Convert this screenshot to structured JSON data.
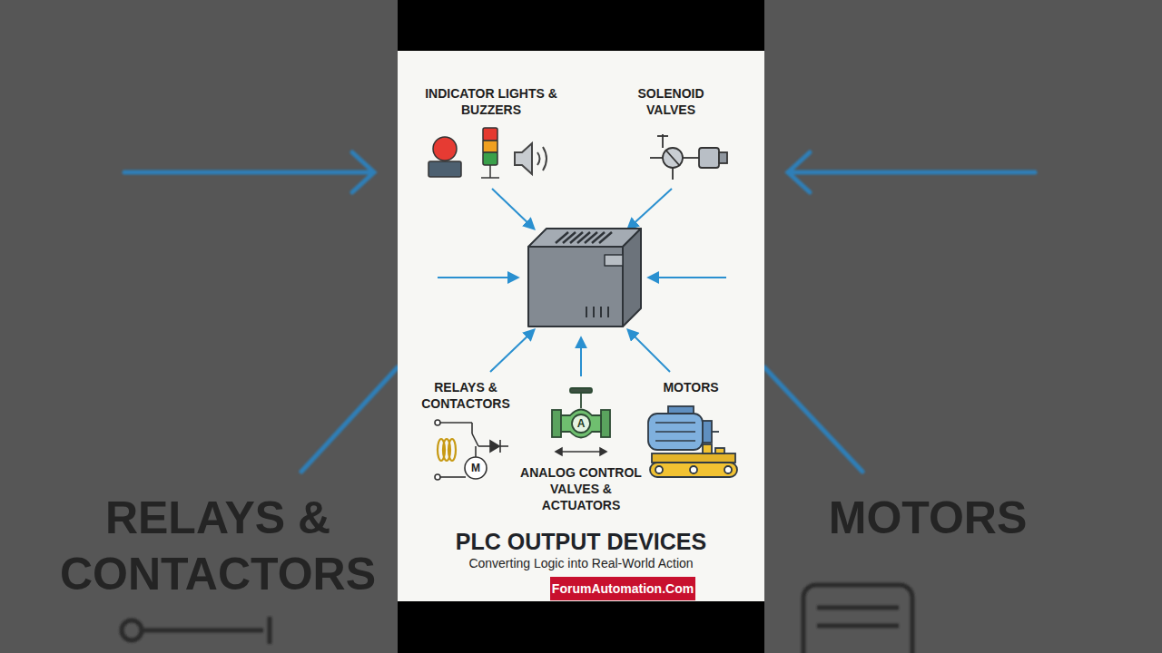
{
  "diagram": {
    "title": "PLC OUTPUT DEVICES",
    "caption": "Converting Logic into Real-World Action",
    "labels": [
      "INDICATOR LIGHTS & BUZZERS",
      "SOLENOID VALVES",
      "RELAYS & CONTACTORS",
      "M",
      "A",
      "ANALOG CONTROL VALVES & ACTUATORS",
      "MOTORS",
      "ForumAutomation.Com",
      "RELAYS & CONTACTORS",
      "MOTORS"
    ]
  }
}
